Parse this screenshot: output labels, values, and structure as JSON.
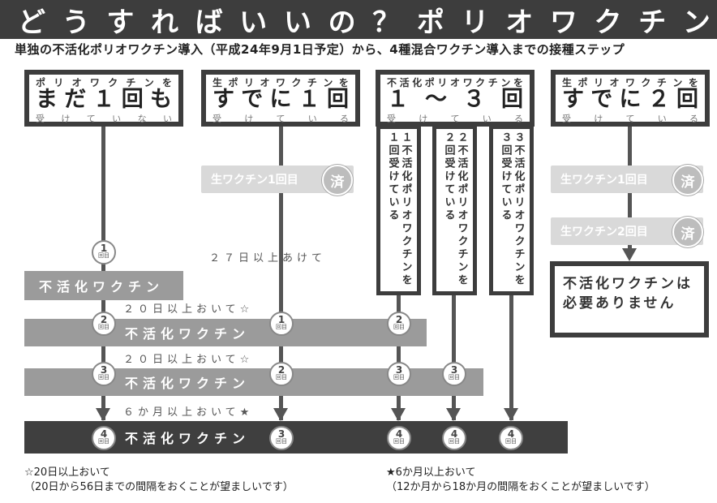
{
  "title_chars": [
    "ど",
    "う",
    "す",
    "れ",
    "ば",
    "い",
    "い",
    "の",
    "？",
    "ポ",
    "リ",
    "オ",
    "ワ",
    "ク",
    "チ",
    "ン"
  ],
  "subtitle": "単独の不活化ポリオワクチン導入（平成24年9月1日予定）から、4種混合ワクチン導入までの接種ステップ",
  "cases": [
    {
      "top": "ポリオワクチンを",
      "big": "まだ１回も",
      "bottom": "受けていない"
    },
    {
      "top": "生ポリオワクチンを",
      "big": "すでに１回",
      "bottom": "受けている"
    },
    {
      "top": "不活化ポリオワクチンを",
      "big_left": "１",
      "big_mid": "～",
      "big_num": "３",
      "big_right": "回",
      "bottom": "受けている"
    },
    {
      "top": "生ポリオワクチンを",
      "big": "すでに２回",
      "bottom": "受けている"
    }
  ],
  "live_vaccine_1": "生ワクチン1回目",
  "live_vaccine_1b": "生ワクチン1回目",
  "live_vaccine_2": "生ワクチン2回目",
  "stamp_char": "済",
  "interval_27": "２７日以上あけて",
  "interval_20a": "２０日以上おいて☆",
  "interval_20b": "２０日以上おいて☆",
  "interval_6m": "６か月以上おいて★",
  "inactivated": "不活化ワクチン",
  "dose_unit": "回目",
  "subcols": [
    "１不活化ポリオワクチンを１回受けている",
    "２不活化ポリオワクチンを２回受けている",
    "３不活化ポリオワクチンを３回受けている"
  ],
  "subcol_texts": [
    "１回受けている",
    "２回受けている",
    "３回受けている"
  ],
  "subcol_heads": [
    "不活化ポリオワクチンを",
    "不活化ポリオワクチンを",
    "不活化ポリオワクチンを"
  ],
  "result_text": "不活化ワクチンは必要ありません",
  "footnote_star_white_1": "☆20日以上おいて",
  "footnote_star_white_2": "（20日から56日までの間隔をおくことが望ましいです）",
  "footnote_star_black_1": "★6か月以上おいて",
  "footnote_star_black_2": "（12か月から18か月の間隔をおくことが望ましいです）",
  "doses": {
    "d1": "1",
    "d2": "2",
    "d3": "3",
    "d4": "4"
  },
  "colors": {
    "dark": "#3d3d3d",
    "gray_band": "#9b9b9b",
    "light_box": "#d9d9d9",
    "line": "#555555"
  }
}
